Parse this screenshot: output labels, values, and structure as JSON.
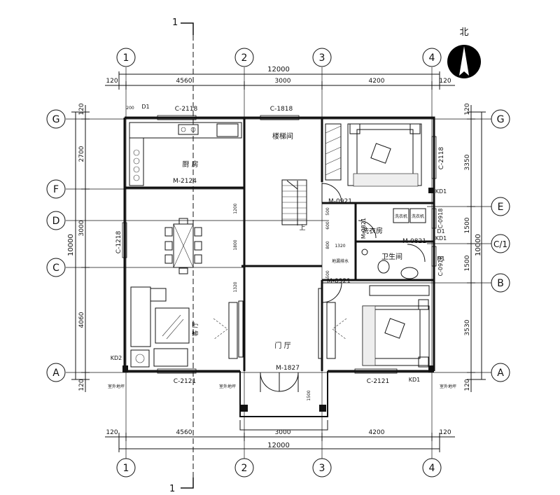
{
  "north_label": "北",
  "section_label": "1",
  "axes_top": [
    "1",
    "2",
    "3",
    "4"
  ],
  "axes_bottom": [
    "1",
    "2",
    "3",
    "4"
  ],
  "axes_left": [
    "G",
    "F",
    "D",
    "C",
    "A"
  ],
  "axes_right": [
    "G",
    "E",
    "C/1",
    "B",
    "A"
  ],
  "dims_top": {
    "total": "12000",
    "segments": [
      "120",
      "4560",
      "3000",
      "4200",
      "120"
    ]
  },
  "dims_bottom": {
    "total": "12000",
    "segments": [
      "120",
      "4560",
      "3000",
      "4200",
      "120"
    ]
  },
  "dims_left": {
    "total": "10000",
    "edge_top": "120",
    "edge_bottom": "120",
    "segments": [
      "2700",
      "3000",
      "4060"
    ]
  },
  "dims_right": {
    "total": "10000",
    "edge_top": "120",
    "edge_bottom": "120",
    "segments": [
      "3350",
      "1500",
      "1500",
      "3530"
    ]
  },
  "rooms": {
    "kitchen": "厨 房",
    "stair": "楼梯间",
    "laundry": "洗衣房",
    "bath": "卫生间",
    "hall": "门 厅",
    "living": "客 厅",
    "up": "上"
  },
  "openings": {
    "c2118_top": "C-2118",
    "c1818": "C-1818",
    "m2124": "M-2124",
    "c1218": "C-1218",
    "c2121_left": "C-2121",
    "m1827": "M-1827",
    "c2121_right": "C-2121",
    "c2118_right": "C-2118",
    "m0921_upper": "M-0921",
    "m0821_v": "M-0821",
    "m0821_h": "M-0821",
    "c0918_a": "C-0918",
    "c0918_b": "C-0918",
    "m0921_lower": "M-0921",
    "kd1_a": "KD1",
    "kd1_b": "KD1",
    "kd1_c": "KD1",
    "kd2": "KD2",
    "d1_a": "D1",
    "d1_b": "D1",
    "d1_c": "D1",
    "washer1": "洗衣机",
    "washer2": "洗衣机",
    "floor_drain": "地漏排水",
    "outdoor_a": "室外地坪",
    "outdoor_b": "室外地坪",
    "outdoor_c": "室外地坪"
  },
  "inner_dims": {
    "d200": "200",
    "d1200": "1200",
    "d1800": "1800",
    "d1320": "1320",
    "d800": "800",
    "d1320h": "1320",
    "d500": "500",
    "d600": "600",
    "d500b": "500",
    "d1500": "1500"
  }
}
